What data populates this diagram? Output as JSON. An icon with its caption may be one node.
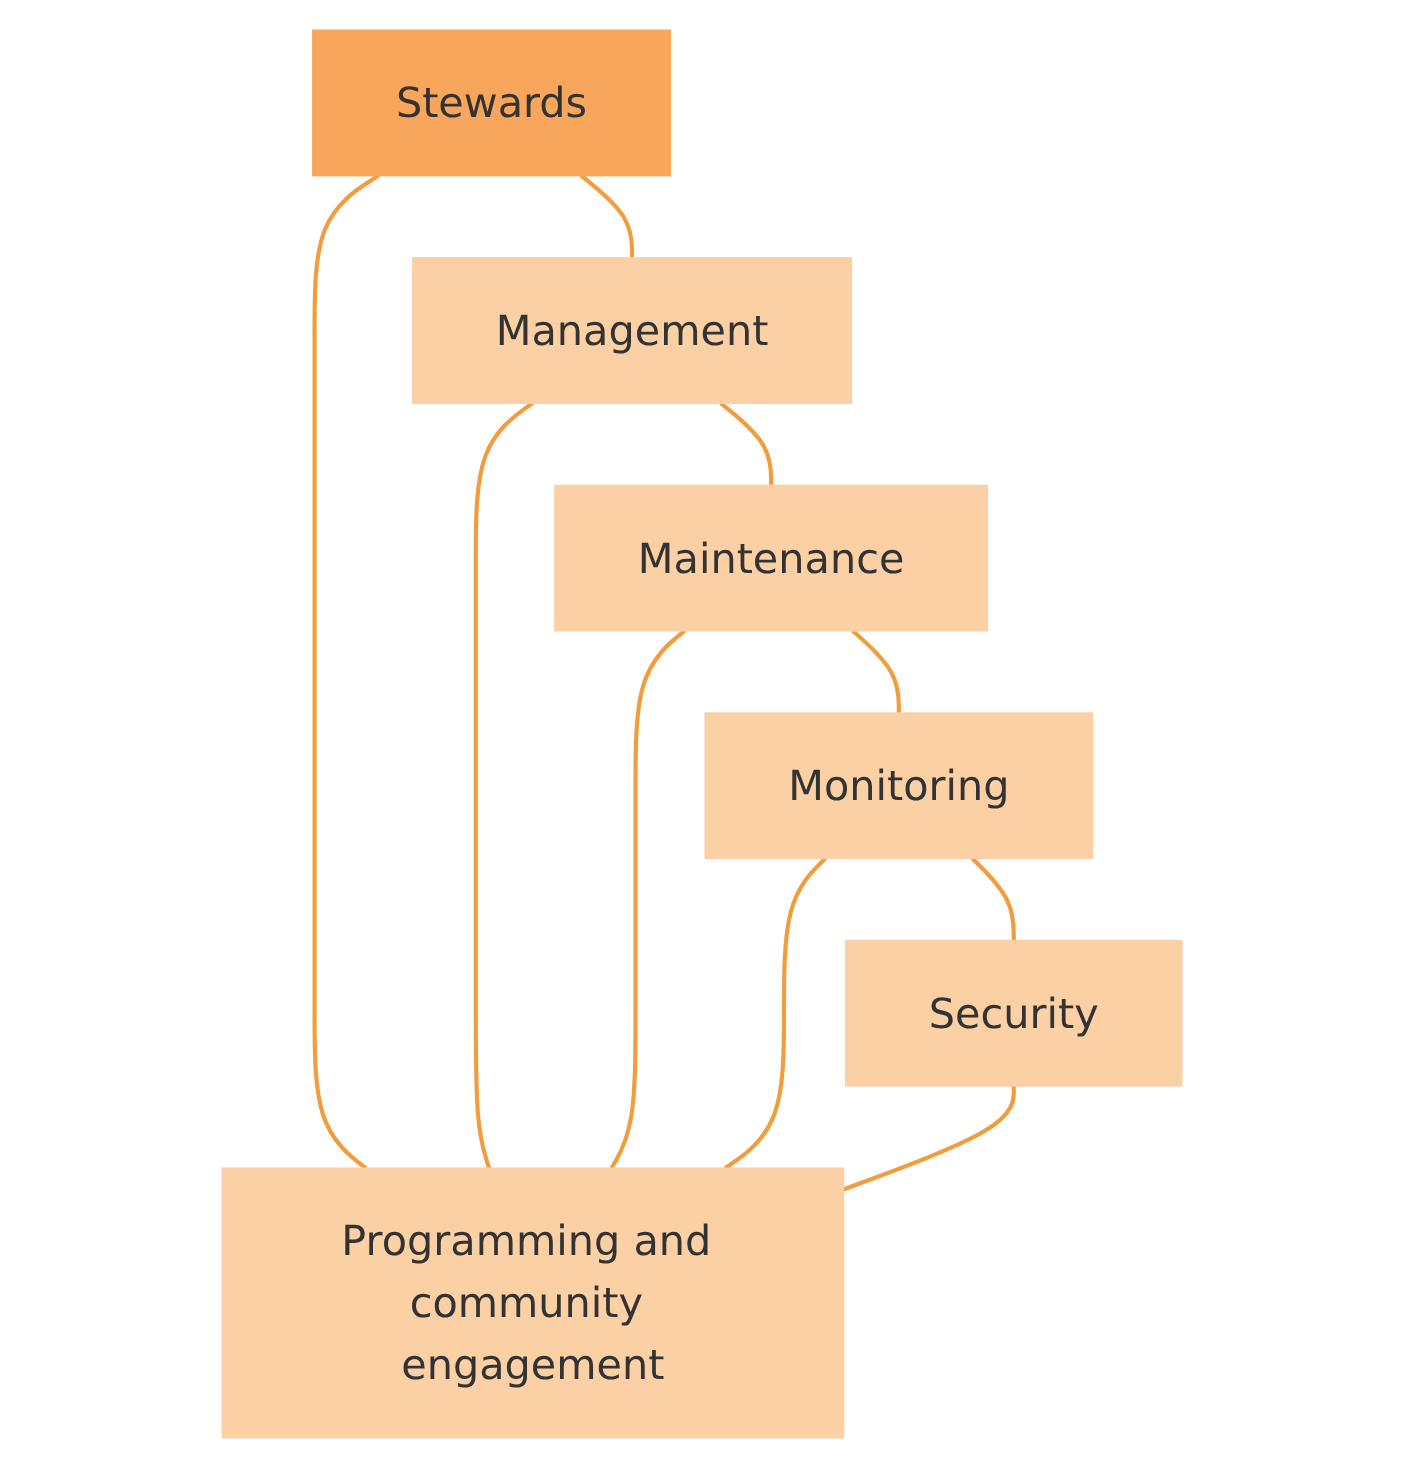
{
  "diagram": {
    "nodes": [
      {
        "text": [
          "Stewards"
        ]
      },
      {
        "text": [
          "Management"
        ]
      },
      {
        "text": [
          "Maintenance"
        ]
      },
      {
        "text": [
          "Monitoring"
        ]
      },
      {
        "text": [
          "Security"
        ]
      },
      {
        "text": [
          "Programming and community engagement"
        ]
      }
    ],
    "edges": [
      {
        "from": 0,
        "to": 1,
        "arrow": "none"
      },
      {
        "from": 0,
        "to": 5,
        "arrow": "none"
      },
      {
        "from": 1,
        "to": 2,
        "arrow": "none"
      },
      {
        "from": 2,
        "to": 3,
        "arrow": "none"
      },
      {
        "from": 3,
        "to": 4,
        "arrow": "none"
      },
      {
        "from": 1,
        "to": 5,
        "arrow": "none"
      },
      {
        "from": 2,
        "to": 5,
        "arrow": "none"
      },
      {
        "from": 3,
        "to": 5,
        "arrow": "none"
      },
      {
        "from": 4,
        "to": 5,
        "arrow": "none"
      }
    ]
  }
}
